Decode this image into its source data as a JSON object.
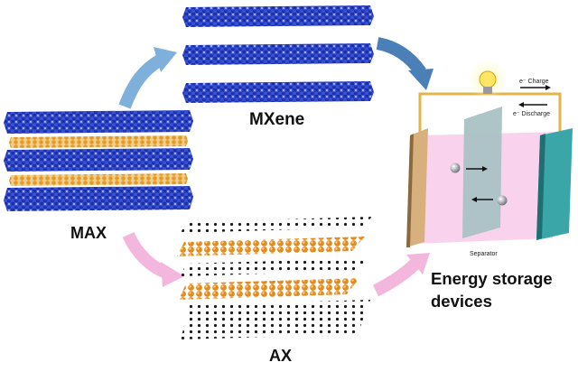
{
  "labels": {
    "mxene": "MXene",
    "max": "MAX",
    "ax": "AX",
    "energy_line1": "Energy storage",
    "energy_line2": "devices",
    "separator": "Separator",
    "charge": "e⁻ Charge",
    "discharge": "e⁻ Discharge"
  },
  "colors": {
    "mxene_atoms": "#2a3fc4",
    "max_a_layer": "#e3a33a",
    "ax_orange": "#e89428",
    "ax_dark": "#1a1a1a",
    "arrow_blue": "#7fb0dc",
    "arrow_pink": "#f3b6dc",
    "cell_pink": "#f9d2ee",
    "separator": "#a9c2c4",
    "anode": "#d8b07e",
    "cathode": "#3aa6a8",
    "wire": "#e0b64a",
    "bulb": "#ffe566"
  }
}
